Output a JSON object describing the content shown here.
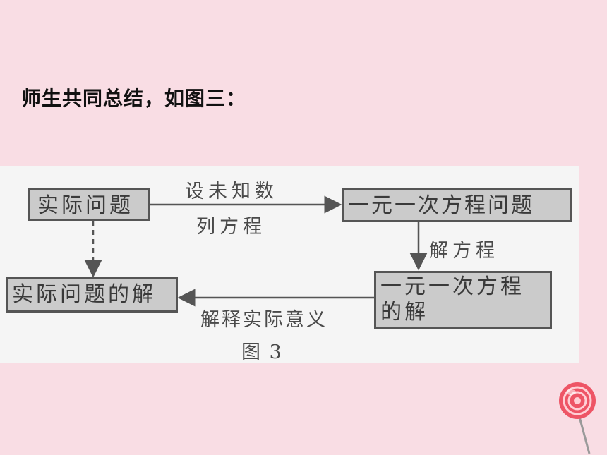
{
  "heading": "师生共同总结，如图三：",
  "diagram": {
    "nodes": {
      "actual_problem": "实际问题",
      "linear_equation_problem": "一元一次方程问题",
      "linear_equation_solution_line1": "一元一次方程",
      "linear_equation_solution_line2": "的解",
      "actual_problem_solution": "实际问题的解"
    },
    "edge_labels": {
      "setup_line1": "设未知数",
      "setup_line2": "列方程",
      "solve": "解方程",
      "interpret": "解释实际意义"
    },
    "caption": "图 3"
  },
  "colors": {
    "background": "#f9dde4",
    "panel": "#f5f5f5",
    "node_fill": "#cbcbcb",
    "line": "#555555"
  },
  "decoration": "lollipop-icon"
}
